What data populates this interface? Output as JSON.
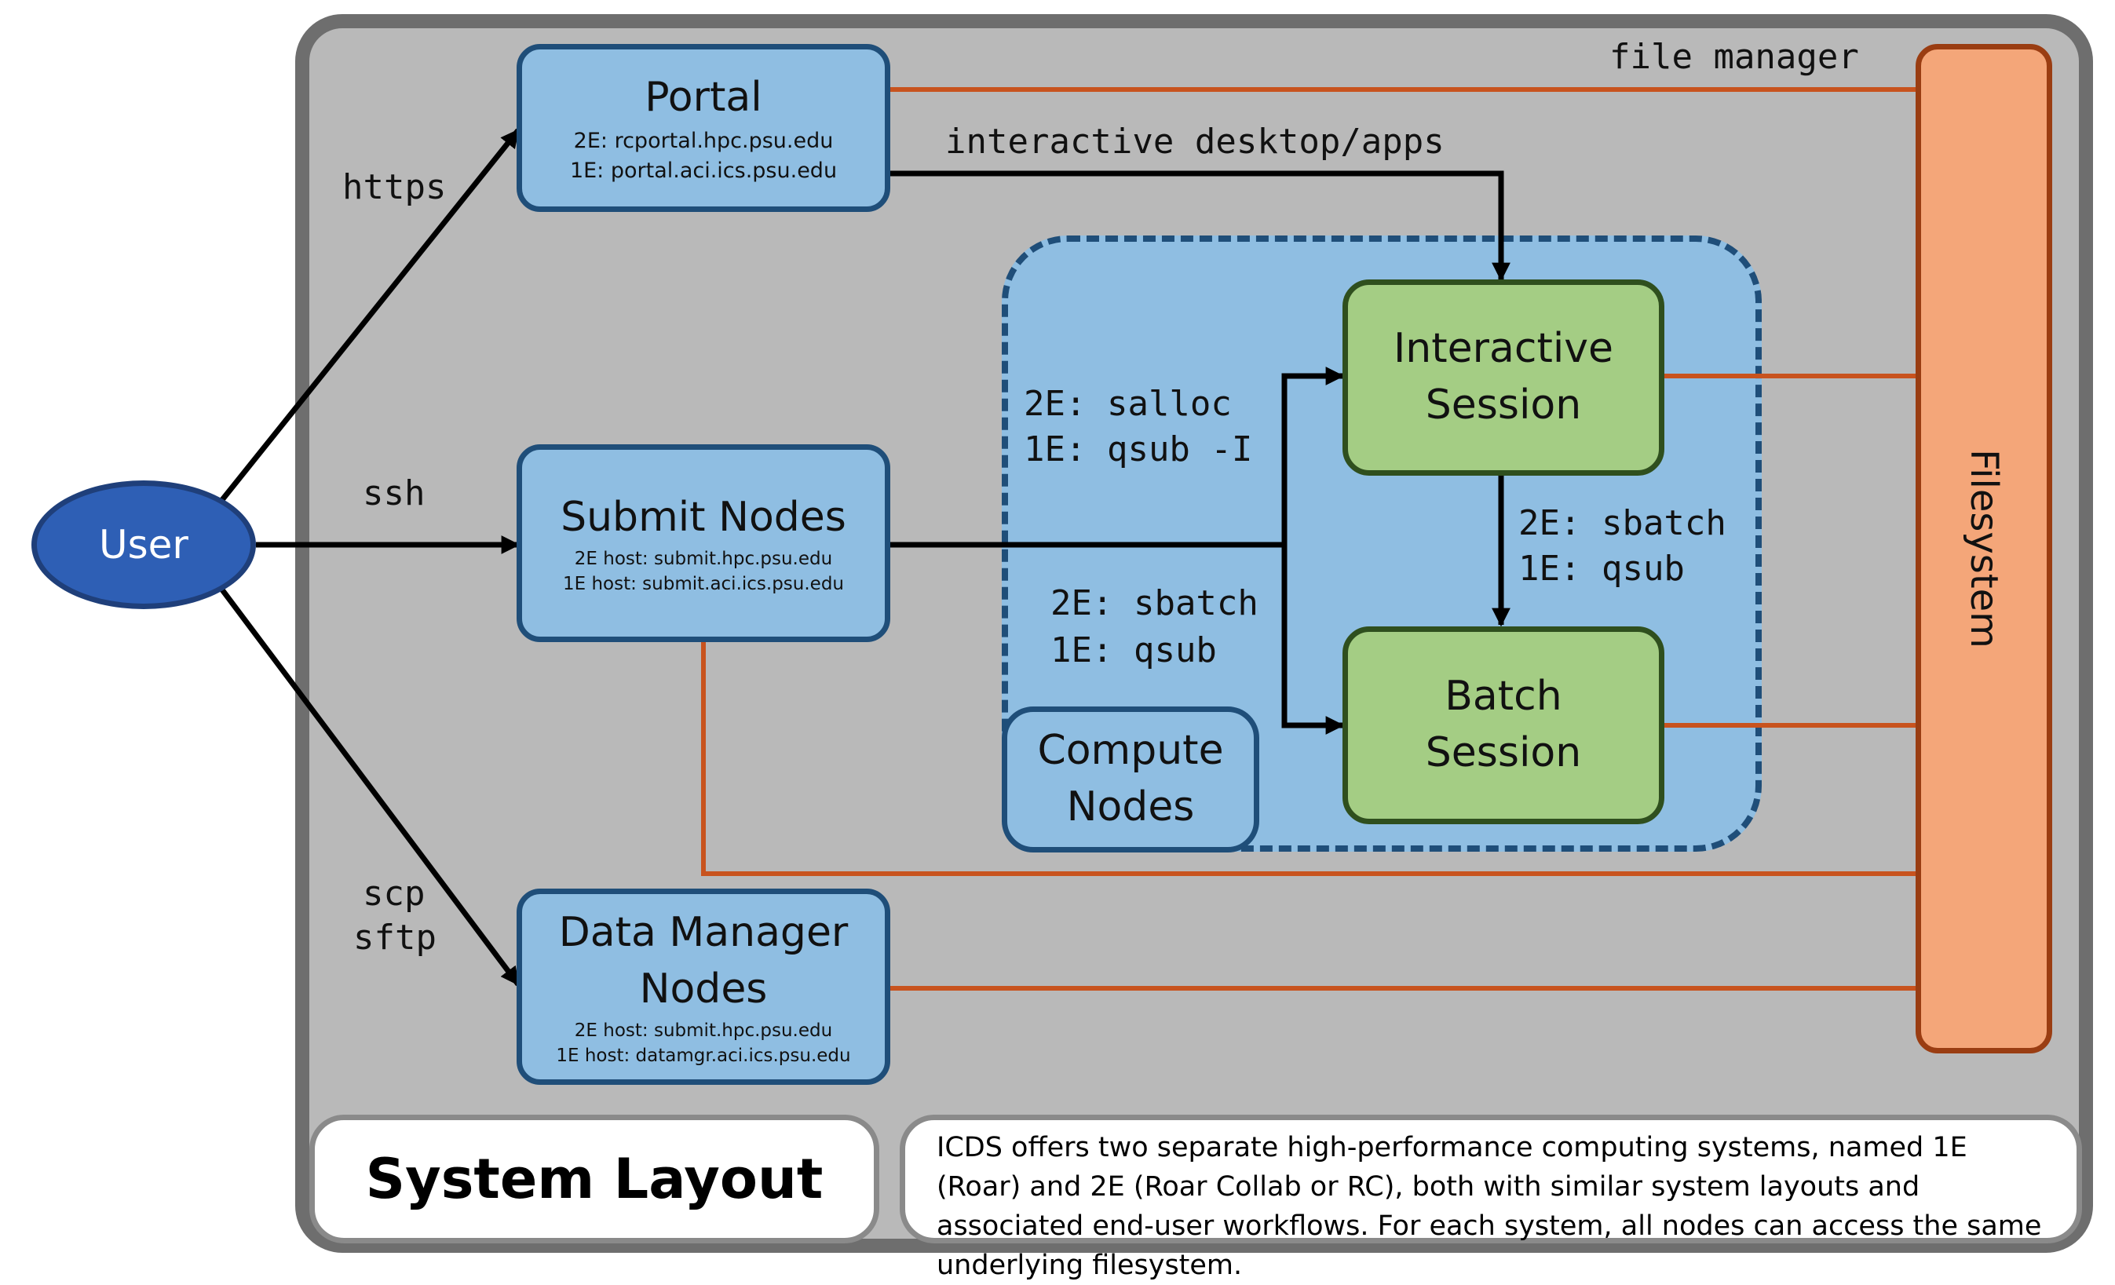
{
  "colors": {
    "frame_fill": "#b9b9b9",
    "frame_border": "#6e6e6e",
    "node_fill": "#8fbee2",
    "node_border": "#1f4e79",
    "session_fill": "#a4cd84",
    "session_border": "#2f4f1e",
    "user_fill": "#2e5fb5",
    "filesystem_fill": "#f4a679",
    "filesystem_border": "#9a3d12",
    "orange_line": "#c8531e",
    "black_arrow": "#000000"
  },
  "user": {
    "label": "User"
  },
  "portal": {
    "title": "Portal",
    "host_2e": "2E: rcportal.hpc.psu.edu",
    "host_1e": "1E: portal.aci.ics.psu.edu"
  },
  "submit_nodes": {
    "title": "Submit Nodes",
    "host_2e": "2E host: submit.hpc.psu.edu",
    "host_1e": "1E host: submit.aci.ics.psu.edu"
  },
  "data_manager": {
    "title_line1": "Data Manager",
    "title_line2": "Nodes",
    "host_2e": "2E host: submit.hpc.psu.edu",
    "host_1e": "1E host: datamgr.aci.ics.psu.edu"
  },
  "interactive_session": {
    "line1": "Interactive",
    "line2": "Session"
  },
  "batch_session": {
    "line1": "Batch",
    "line2": "Session"
  },
  "compute_nodes": {
    "line1": "Compute",
    "line2": "Nodes"
  },
  "filesystem": {
    "label": "Filesystem"
  },
  "connection_labels": {
    "https": "https",
    "ssh": "ssh",
    "scp": "scp",
    "sftp": "sftp",
    "file_manager": "file manager",
    "interactive_desktop": "interactive desktop/apps",
    "salloc_2e": "2E: salloc",
    "qsub_i_1e": "1E: qsub -I",
    "sbatch_2e": "2E: sbatch",
    "qsub_1e": "1E: qsub",
    "sbatch_2e_b": "2E: sbatch",
    "qsub_1e_b": "1E: qsub"
  },
  "footer": {
    "title": "System Layout",
    "description": "ICDS offers two separate high-performance computing systems, named 1E (Roar) and 2E (Roar Collab or RC), both with similar system layouts and associated end-user workflows. For each system, all nodes can access the same underlying filesystem."
  }
}
